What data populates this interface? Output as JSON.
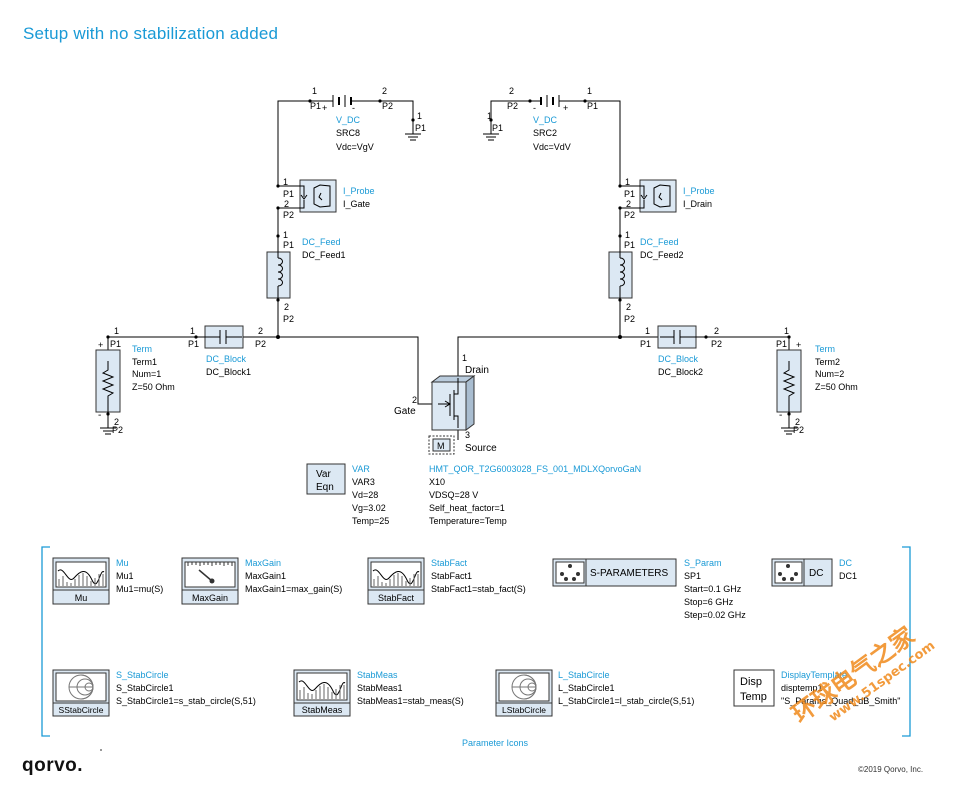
{
  "title": "Setup with no stabilization added",
  "logo": "qorvo.",
  "copyright": "©2019 Qorvo, Inc.",
  "caption": "Parameter Icons",
  "watermark": {
    "cn": "环球电气之家",
    "url": "www.51spec.com",
    "color": "#f08a1c"
  },
  "colors": {
    "accent": "#1a9ad6",
    "component_fill": "#dce8f3",
    "wire": "#000000"
  },
  "pins": {
    "p1": "P1",
    "p2": "P2",
    "n1": "1",
    "n2": "2",
    "n3": "3",
    "plus": "+",
    "minus": "-"
  },
  "sources": {
    "gate": {
      "type": "V_DC",
      "name": "SRC8",
      "param": "Vdc=VgV"
    },
    "drain": {
      "type": "V_DC",
      "name": "SRC2",
      "param": "Vdc=VdV"
    }
  },
  "probes": {
    "gate": {
      "type": "I_Probe",
      "name": "I_Gate"
    },
    "drain": {
      "type": "I_Probe",
      "name": "I_Drain"
    }
  },
  "feeds": {
    "gate": {
      "type": "DC_Feed",
      "name": "DC_Feed1"
    },
    "drain": {
      "type": "DC_Feed",
      "name": "DC_Feed2"
    }
  },
  "blocks": {
    "gate": {
      "type": "DC_Block",
      "name": "DC_Block1"
    },
    "drain": {
      "type": "DC_Block",
      "name": "DC_Block2"
    }
  },
  "terms": {
    "input": {
      "type": "Term",
      "name": "Term1",
      "num": "Num=1",
      "z": "Z=50 Ohm"
    },
    "output": {
      "type": "Term",
      "name": "Term2",
      "num": "Num=2",
      "z": "Z=50 Ohm"
    }
  },
  "transistor": {
    "type": "HMT_QOR_T2G6003028_FS_001_MDLXQorvoGaN",
    "name": "X10",
    "params": [
      "VDSQ=28 V",
      "Self_heat_factor=1",
      "Temperature=Temp"
    ],
    "gate_label": "Gate",
    "drain_label": "Drain",
    "source_label": "Source",
    "model_icon": "M"
  },
  "var": {
    "type": "VAR",
    "name": "VAR3",
    "icon_line1": "Var",
    "icon_line2": "Eqn",
    "params": [
      "Vd=28",
      "Vg=3.02",
      "Temp=25"
    ]
  },
  "params": [
    {
      "icon": "Mu",
      "type": "Mu",
      "name": "Mu1",
      "expr": "Mu1=mu(S)"
    },
    {
      "icon": "MaxGain",
      "type": "MaxGain",
      "name": "MaxGain1",
      "expr": "MaxGain1=max_gain(S)"
    },
    {
      "icon": "StabFact",
      "type": "StabFact",
      "name": "StabFact1",
      "expr": "StabFact1=stab_fact(S)"
    },
    {
      "icon": "SStabCircle",
      "type": "S_StabCircle",
      "name": "S_StabCircle1",
      "expr": "S_StabCircle1=s_stab_circle(S,51)"
    },
    {
      "icon": "StabMeas",
      "type": "StabMeas",
      "name": "StabMeas1",
      "expr": "StabMeas1=stab_meas(S)"
    },
    {
      "icon": "LStabCircle",
      "type": "L_StabCircle",
      "name": "L_StabCircle1",
      "expr": "L_StabCircle1=l_stab_circle(S,51)"
    }
  ],
  "sparam": {
    "icon": "S-PARAMETERS",
    "type": "S_Param",
    "name": "SP1",
    "lines": [
      "Start=0.1 GHz",
      "Stop=6 GHz",
      "Step=0.02 GHz"
    ]
  },
  "dc": {
    "icon": "DC",
    "type": "DC",
    "name": "DC1"
  },
  "disp": {
    "icon_line1": "Disp",
    "icon_line2": "Temp",
    "type": "DisplayTemplate",
    "name": "disptemp1",
    "value": "\"S_Params_Quad_dB_Smith\""
  }
}
